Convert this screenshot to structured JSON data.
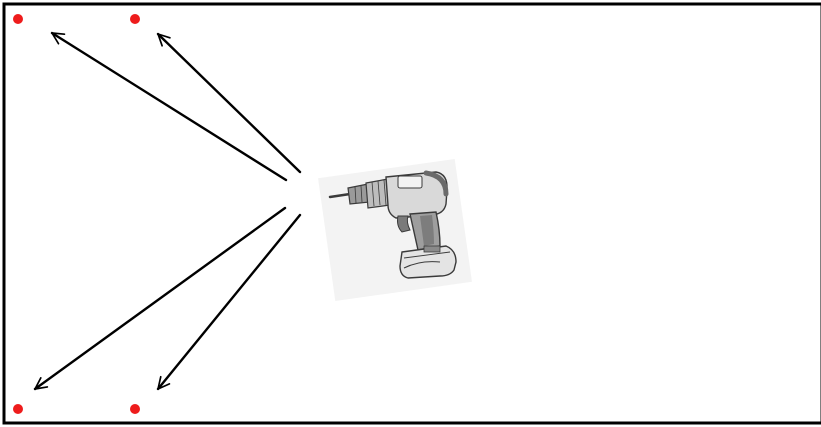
{
  "colors": {
    "frame": "#000000",
    "arrow": "#000000",
    "marker": "#ee1c1c",
    "background": "#ffffff",
    "drill_body": "#c8c8c8",
    "drill_outline": "#3a3a3a"
  },
  "icons": {
    "center_object": "power-drill-icon",
    "corner_marker": "red-dot-marker"
  },
  "diagram": {
    "arrow_count": 4,
    "marker_count": 4
  }
}
